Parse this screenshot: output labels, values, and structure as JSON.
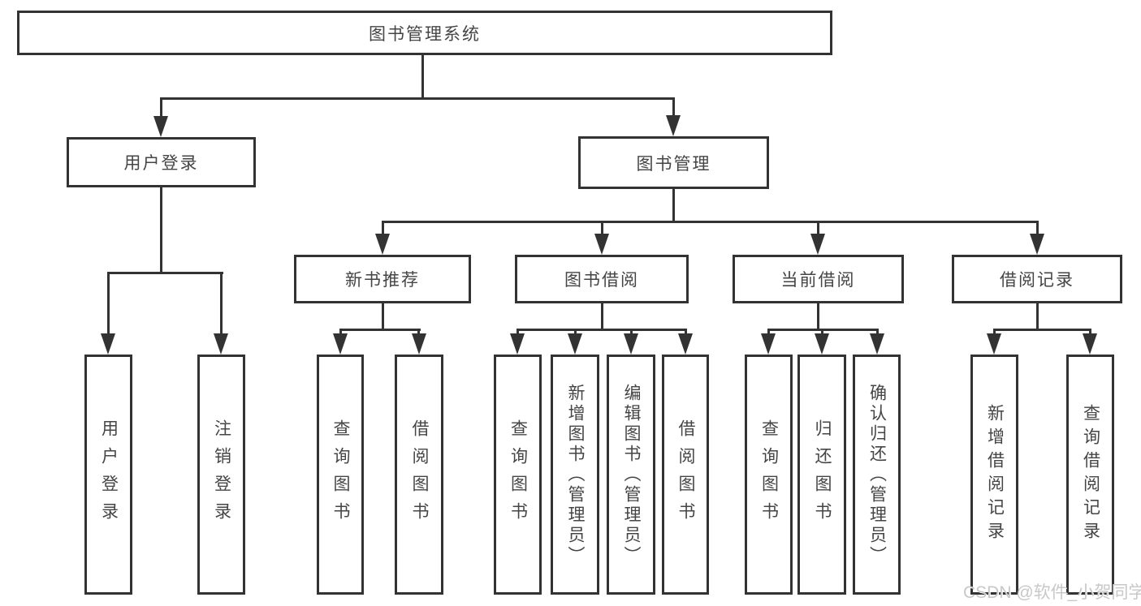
{
  "diagram_title": "图书管理系统",
  "nodes": {
    "root": "图书管理系统",
    "user_login": "用户登录",
    "book_mgmt": "图书管理",
    "new_book_rec": "新书推荐",
    "book_borrow": "图书借阅",
    "current_borrow": "当前借阅",
    "borrow_records": "借阅记录",
    "leaf_user_login": "用户登录",
    "leaf_logout": "注销登录",
    "leaf_query_books_1": "查询图书",
    "leaf_borrow_books_1": "借阅图书",
    "leaf_query_books_2": "查询图书",
    "leaf_add_books": "新增图书（管理员）",
    "leaf_edit_books": "编辑图书（管理员）",
    "leaf_borrow_books_2": "借阅图书",
    "leaf_query_books_3": "查询图书",
    "leaf_return_books": "归还图书",
    "leaf_confirm_return": "确认归还（管理员）",
    "leaf_add_borrow_record": "新增借阅记录",
    "leaf_query_borrow_record": "查询借阅记录"
  },
  "hierarchy": {
    "图书管理系统": {
      "用户登录": [
        "用户登录",
        "注销登录"
      ],
      "图书管理": {
        "新书推荐": [
          "查询图书",
          "借阅图书"
        ],
        "图书借阅": [
          "查询图书",
          "新增图书（管理员）",
          "编辑图书（管理员）",
          "借阅图书"
        ],
        "当前借阅": [
          "查询图书",
          "归还图书",
          "确认归还（管理员）"
        ],
        "借阅记录": [
          "新增借阅记录",
          "查询借阅记录"
        ]
      }
    }
  },
  "watermark": "CSDN @软件_小贺同学",
  "colors": {
    "line": "#333333",
    "text": "#454545",
    "box_background": "#ffffff",
    "page_background": "#ffffff",
    "watermark": "#c8c8c8"
  }
}
